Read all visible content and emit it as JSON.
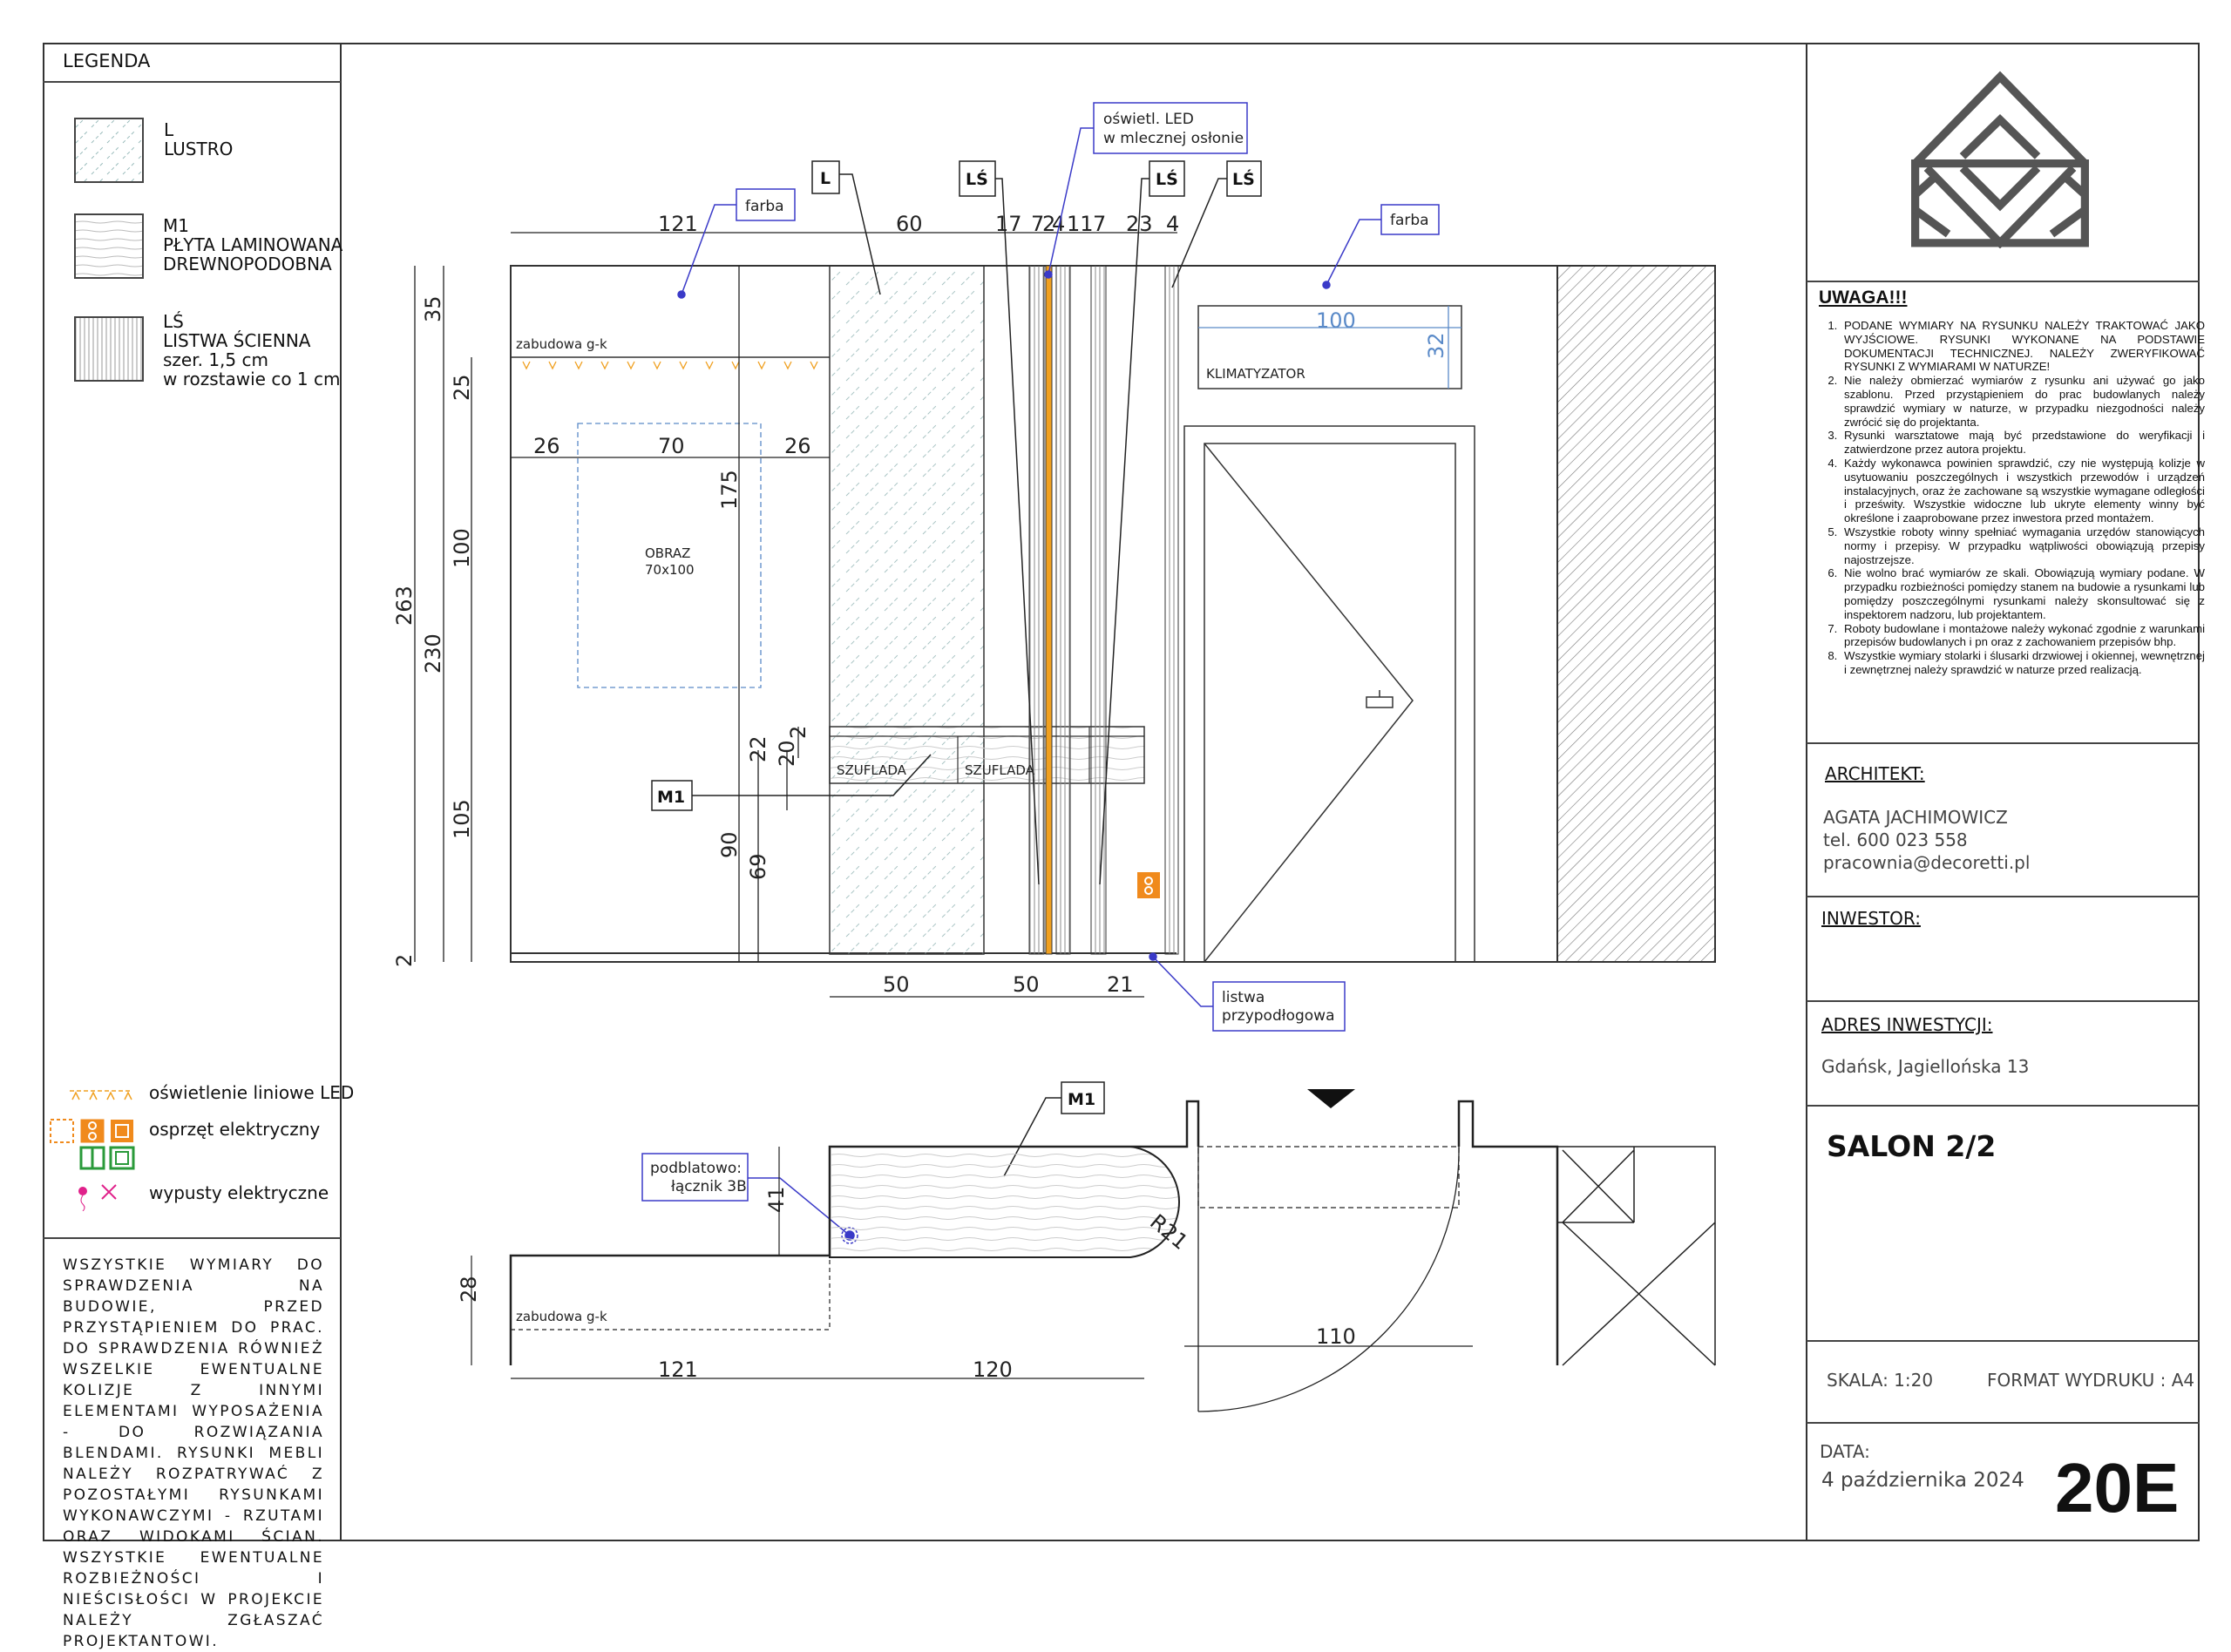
{
  "legend": {
    "title": "LEGENDA",
    "items": [
      {
        "code": "L",
        "desc": "LUSTRO"
      },
      {
        "code": "M1",
        "desc": "PŁYTA LAMINOWANA",
        "desc2": "DREWNOPODOBNA"
      },
      {
        "code": "LŚ",
        "desc": "LISTWA ŚCIENNA",
        "desc2": "szer. 1,5 cm",
        "desc3": "w rozstawie co 1 cm"
      }
    ],
    "symbols": [
      {
        "icon": "led-strip-icon",
        "label": "oświetlenie liniowe LED"
      },
      {
        "icon": "electrical-fittings-icon",
        "label": "osprzęt elektryczny"
      },
      {
        "icon": "electrical-outlet-point-icon",
        "label": "wypusty elektryczne"
      }
    ],
    "notice": "WSZYSTKIE WYMIARY DO SPRAWDZENIA NA BUDOWIE, PRZED PRZYSTĄPIENIEM DO PRAC. DO SPRAWDZENIA RÓWNIEŻ WSZELKIE EWENTUALNE KOLIZJE Z INNYMI ELEMENTAMI WYPOSAŻENIA - DO ROZWIĄZANIA BLENDAMI. RYSUNKI MEBLI NALEŻY ROZPATRYWAĆ Z POZOSTAŁYMI RYSUNKAMI WYKONAWCZYMI - RZUTAMI ORAZ WIDOKAMI ŚCIAN. WSZYSTKIE EWENTUALNE ROZBIEŻNOŚCI I NIEŚCISŁOŚCI W PROJEKCIE NALEŻY ZGŁASZAĆ PROJEKTANTOWI."
  },
  "drawing": {
    "labels": {
      "farba": "farba",
      "lustro": "L",
      "listwa": "LŚ",
      "led_1": "oświetl. LED",
      "led_2": "w mlecznej osłonie",
      "zabudowa": "zabudowa g-k",
      "obraz_1": "OBRAZ",
      "obraz_2": "70x100",
      "klimatyzator": "KLIMATYZATOR",
      "szuflada": "SZUFLADA",
      "m1": "M1",
      "listwa_podl_1": "listwa",
      "listwa_podl_2": "przypodłogowa",
      "podblat_1": "podblatowo:",
      "podblat_2": "łącznik 3B",
      "radius": "R21"
    },
    "dims_top": [
      "121",
      "60",
      "17",
      "7",
      "2",
      "4",
      "11",
      "7",
      "23",
      "4"
    ],
    "dims_left": [
      "263",
      "230",
      "35",
      "25",
      "100",
      "105",
      "2"
    ],
    "dims_inner": [
      "26",
      "70",
      "26",
      "175",
      "90",
      "22",
      "69",
      "20",
      "2"
    ],
    "dims_bottom": [
      "50",
      "50",
      "21"
    ],
    "dims_klima": [
      "100",
      "32"
    ],
    "dims_plan": [
      "28",
      "41",
      "121",
      "120",
      "110"
    ],
    "colors": {
      "led": "#f0a020",
      "callout": "#3a3ac8",
      "outlet": "#f08a1c"
    }
  },
  "title_block": {
    "uwaga": "UWAGA!!!",
    "notes": [
      "PODANE WYMIARY NA RYSUNKU NALEŻY TRAKTOWAĆ JAKO WYJŚCIOWE. RYSUNKI WYKONANE NA PODSTAWIE DOKUMENTACJI TECHNICZNEJ. NALEŻY ZWERYFIKOWAĆ RYSUNKI Z WYMIARAMI W NATURZE!",
      "Nie należy obmierzać wymiarów z rysunku ani używać go jako szablonu. Przed przystąpieniem do prac budowlanych należy sprawdzić wymiary w naturze, w przypadku niezgodności należy zwrócić się do projektanta.",
      "Rysunki warsztatowe mają być przedstawione do weryfikacji i zatwierdzone przez autora projektu.",
      "Każdy wykonawca powinien sprawdzić, czy nie występują kolizje w usytuowaniu poszczególnych i wszystkich przewodów i urządzeń instalacyjnych, oraz że zachowane są wszystkie wymagane odległości i prześwity. Wszystkie widoczne lub ukryte elementy winny być określone i zaaprobowane przez inwestora przed montażem.",
      "Wszystkie roboty winny spełniać wymagania urzędów stanowiących normy i przepisy. W przypadku wątpliwości obowiązują przepisy najostrzejsze.",
      "Nie wolno brać wymiarów ze skali. Obowiązują wymiary podane. W przypadku rozbieżności pomiędzy stanem na budowie a rysunkami lub pomiędzy poszczególnymi rysunkami należy skonsultować się z inspektorem nadzoru, lub projektantem.",
      "Roboty budowlane i montażowe należy wykonać zgodnie z warunkami przepisów budowlanych i pn oraz z zachowaniem przepisów bhp.",
      "Wszystkie wymiary stolarki i ślusarki drzwiowej i okiennej, wewnętrznej i zewnętrznej należy sprawdzić w naturze przed realizacją."
    ],
    "architect_label": "ARCHITEKT:",
    "architect_name": "AGATA JACHIMOWICZ",
    "architect_phone": "tel. 600 023 558",
    "architect_email": "pracownia@decoretti.pl",
    "investor_label": "INWESTOR:",
    "address_label": "ADRES INWESTYCJI:",
    "address": "Gdańsk, Jagiellońska 13",
    "sheet_title": "SALON 2/2",
    "scale": "SKALA: 1:20",
    "print_format": "FORMAT WYDRUKU : A4",
    "date_label": "DATA:",
    "date": "4 października 2024",
    "sheet_number": "20E"
  }
}
